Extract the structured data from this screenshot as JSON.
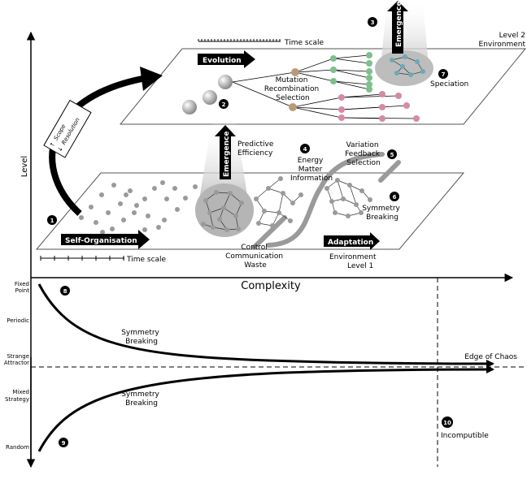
{
  "axes": {
    "level": "Level",
    "complexity": "Complexity"
  },
  "time_scale_top": "Time scale",
  "time_scale_bottom": "Time scale",
  "level2": {
    "line1": "Level 2",
    "line2": "Environment"
  },
  "level1": {
    "line1": "Environment",
    "line2": "Level 1"
  },
  "scope": {
    "scope": "Scope",
    "resolution": "Resolution"
  },
  "arrows": {
    "evolution": "Evolution",
    "self_organisation": "Self-Organisation",
    "adaptation": "Adaptation",
    "emergence_top": "Emergence",
    "emergence_mid": "Emergence"
  },
  "labels": {
    "mutation": [
      "Mutation",
      "Recombination",
      "Selection"
    ],
    "speciation": "Speciation",
    "predictive": [
      "Predictive",
      "Efficiency"
    ],
    "energy": [
      "Energy",
      "Matter",
      "Information"
    ],
    "variation": [
      "Variation",
      "Feedback",
      "Selection"
    ],
    "symmetry_top": [
      "Symmetry",
      "Breaking"
    ],
    "control": [
      "Control",
      "Communication",
      "Waste"
    ],
    "symmetry_upper_curve": [
      "Symmetry",
      "Breaking"
    ],
    "symmetry_lower_curve": [
      "Symmetry",
      "Breaking"
    ],
    "edge_of_chaos": "Edge of Chaos",
    "incomputible": "Incomputible"
  },
  "y_ticks": {
    "fixed_point": [
      "Fixed",
      "Point"
    ],
    "periodic": "Periodic",
    "strange_attractor": [
      "Strange",
      "Attractor"
    ],
    "mixed_strategy": [
      "Mixed",
      "Strategy"
    ],
    "random": "Random"
  },
  "badges": [
    "1",
    "2",
    "3",
    "4",
    "5",
    "6",
    "7",
    "8",
    "9",
    "10"
  ],
  "colors": {
    "ink": "#000000",
    "beam": "#d4d4d4",
    "cluster": "#b8b8b8",
    "node": "#9a9a9a",
    "green_node": "#7fbf8f",
    "teal_node": "#6aa9b8",
    "pink_node": "#d48aa8",
    "tan_node": "#b89a7a"
  }
}
